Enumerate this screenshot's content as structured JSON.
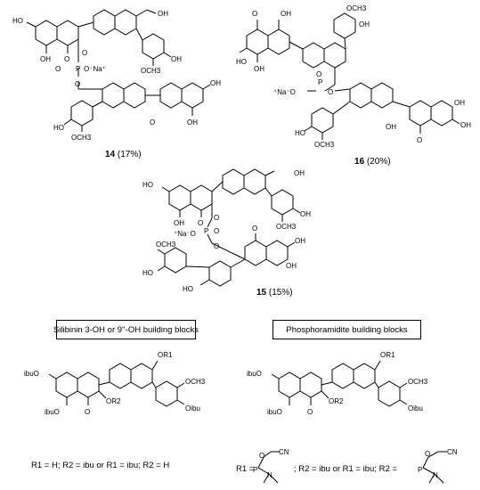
{
  "compounds": [
    {
      "number": "14",
      "yield": "(17%)"
    },
    {
      "number": "16",
      "yield": "(20%)"
    },
    {
      "number": "15",
      "yield": "(15%)"
    }
  ],
  "panels": {
    "left_title": "Silibinin 3-OH or 9''-OH building blocks",
    "right_title": "Phosphoramidite building blocks"
  },
  "atom_labels": {
    "oh": "OH",
    "ho": "HO",
    "och3": "OCH3",
    "o": "O",
    "p": "P",
    "ona": "O⁻Na⁺",
    "na_o": "⁺Na⁻O",
    "o_top": "O",
    "ibuo": "ibuO",
    "oibu": "Oibu",
    "or1": "OR1",
    "or2": "OR2",
    "cn": "CN",
    "n": "N"
  },
  "definitions": {
    "left": "R1 = H; R2 = ibu or R1 = ibu; R2 = H",
    "right": "R1 = -P(N(iPr)2)-O-CH2CH2CN ; R2 = ibu or R1 = ibu; R2 = -P(N(iPr)2)-O-CH2CH2CN",
    "right_visible": "; R2 = ibu or R1 = ibu; R2 ="
  }
}
